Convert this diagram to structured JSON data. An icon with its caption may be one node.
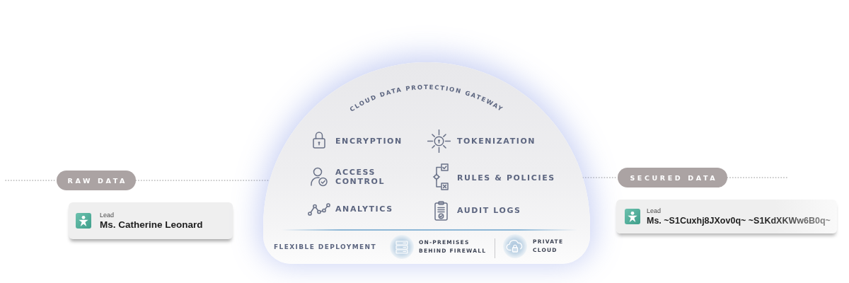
{
  "diagram": {
    "nodes": [
      {
        "text": [
          "RAW DATA"
        ]
      },
      {
        "text": [
          "Lead",
          "Ms. Catherine Leonard"
        ]
      },
      {
        "text": [
          "CLOUD DATA PROTECTION GATEWAY"
        ]
      },
      {
        "text": [
          "SECURED DATA"
        ]
      },
      {
        "text": [
          "Lead",
          "Ms. ~S1Cuxhj8JXov0q~ ~S1KdXKWw6B0q~"
        ]
      }
    ],
    "edges": [
      {
        "from": null,
        "to": 0,
        "arrow": "none",
        "style": "dashed"
      },
      {
        "from": 0,
        "to": 2,
        "arrow": "none",
        "style": "dashed"
      },
      {
        "from": 2,
        "to": 3,
        "arrow": "none",
        "style": "dashed"
      },
      {
        "from": 3,
        "to": null,
        "arrow": "none",
        "style": "dashed"
      }
    ],
    "labels": [
      "ENCRYPTION",
      "TOKENIZATION",
      "ACCESS CONTROL",
      "RULES & POLICIES",
      "ANALYTICS",
      "AUDIT LOGS",
      "FLEXIBLE DEPLOYMENT",
      "ON-PREMISES BEHIND FIREWALL",
      "PRIVATE CLOUD"
    ]
  }
}
